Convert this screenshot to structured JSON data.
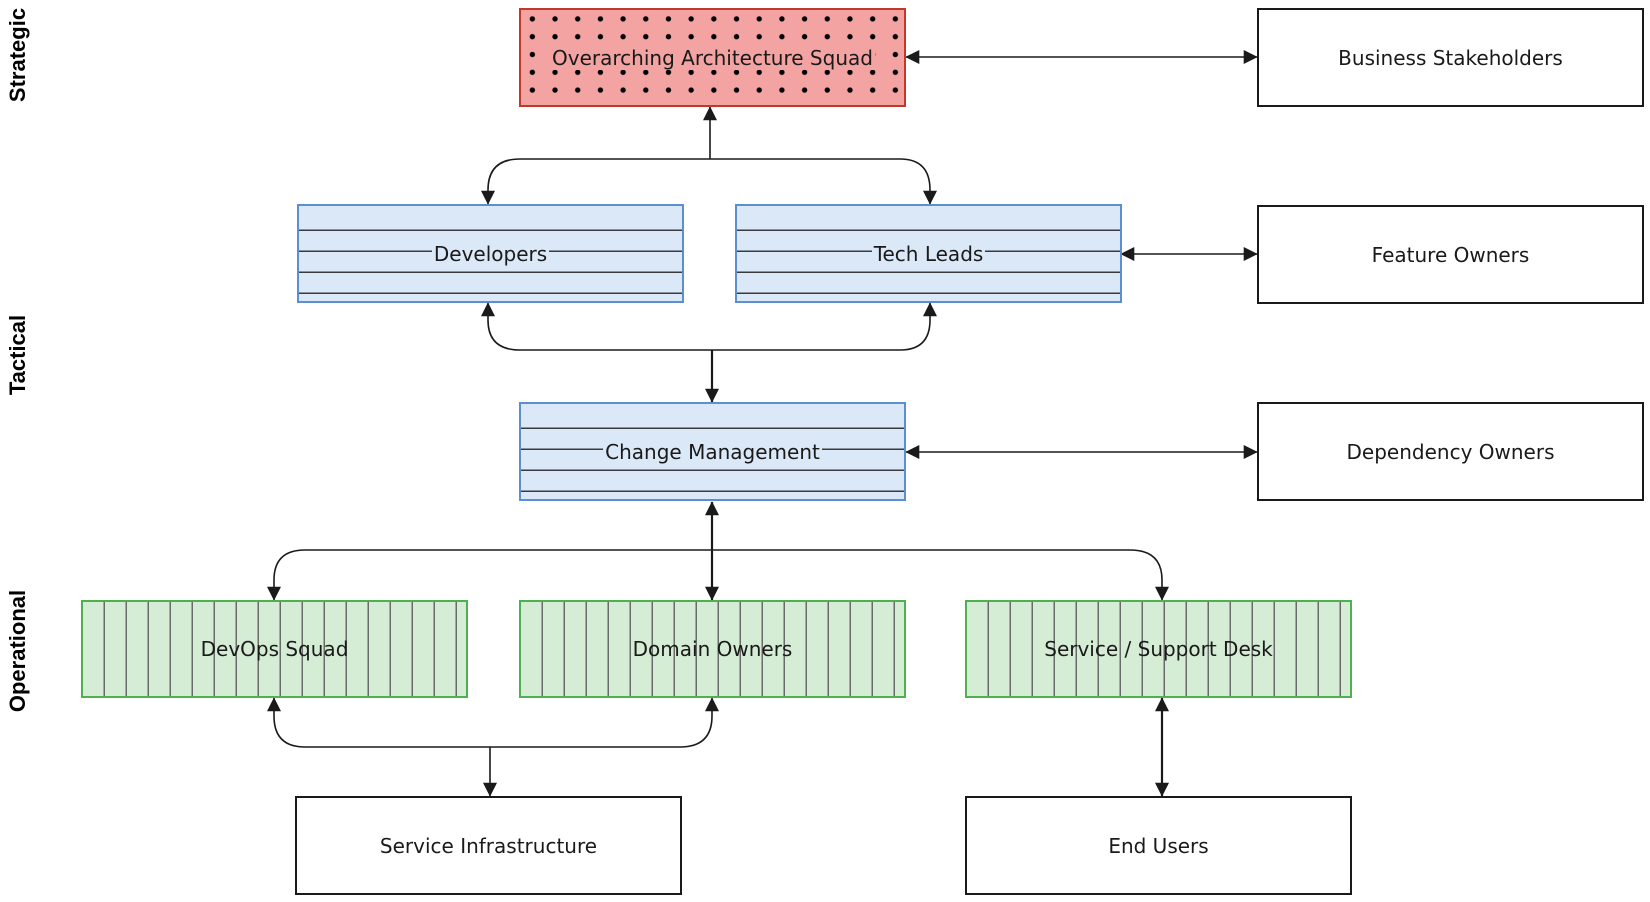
{
  "tiers": {
    "strategic": "Strategic",
    "tactical": "Tactical",
    "operational": "Operational"
  },
  "nodes": {
    "overarching_architecture_squad": "Overarching Architecture Squad",
    "business_stakeholders": "Business Stakeholders",
    "developers": "Developers",
    "tech_leads": "Tech Leads",
    "feature_owners": "Feature Owners",
    "change_management": "Change Management",
    "dependency_owners": "Dependency Owners",
    "devops_squad": "DevOps Squad",
    "domain_owners": "Domain Owners",
    "service_support_desk": "Service / Support Desk",
    "service_infrastructure": "Service Infrastructure",
    "end_users": "End Users"
  },
  "colors": {
    "strategic_fill": "#f4a3a3",
    "tactical_fill": "#dbe8f7",
    "operational_fill": "#d5ecd5",
    "plain_fill": "#ffffff",
    "line": "#1a1a1a"
  }
}
